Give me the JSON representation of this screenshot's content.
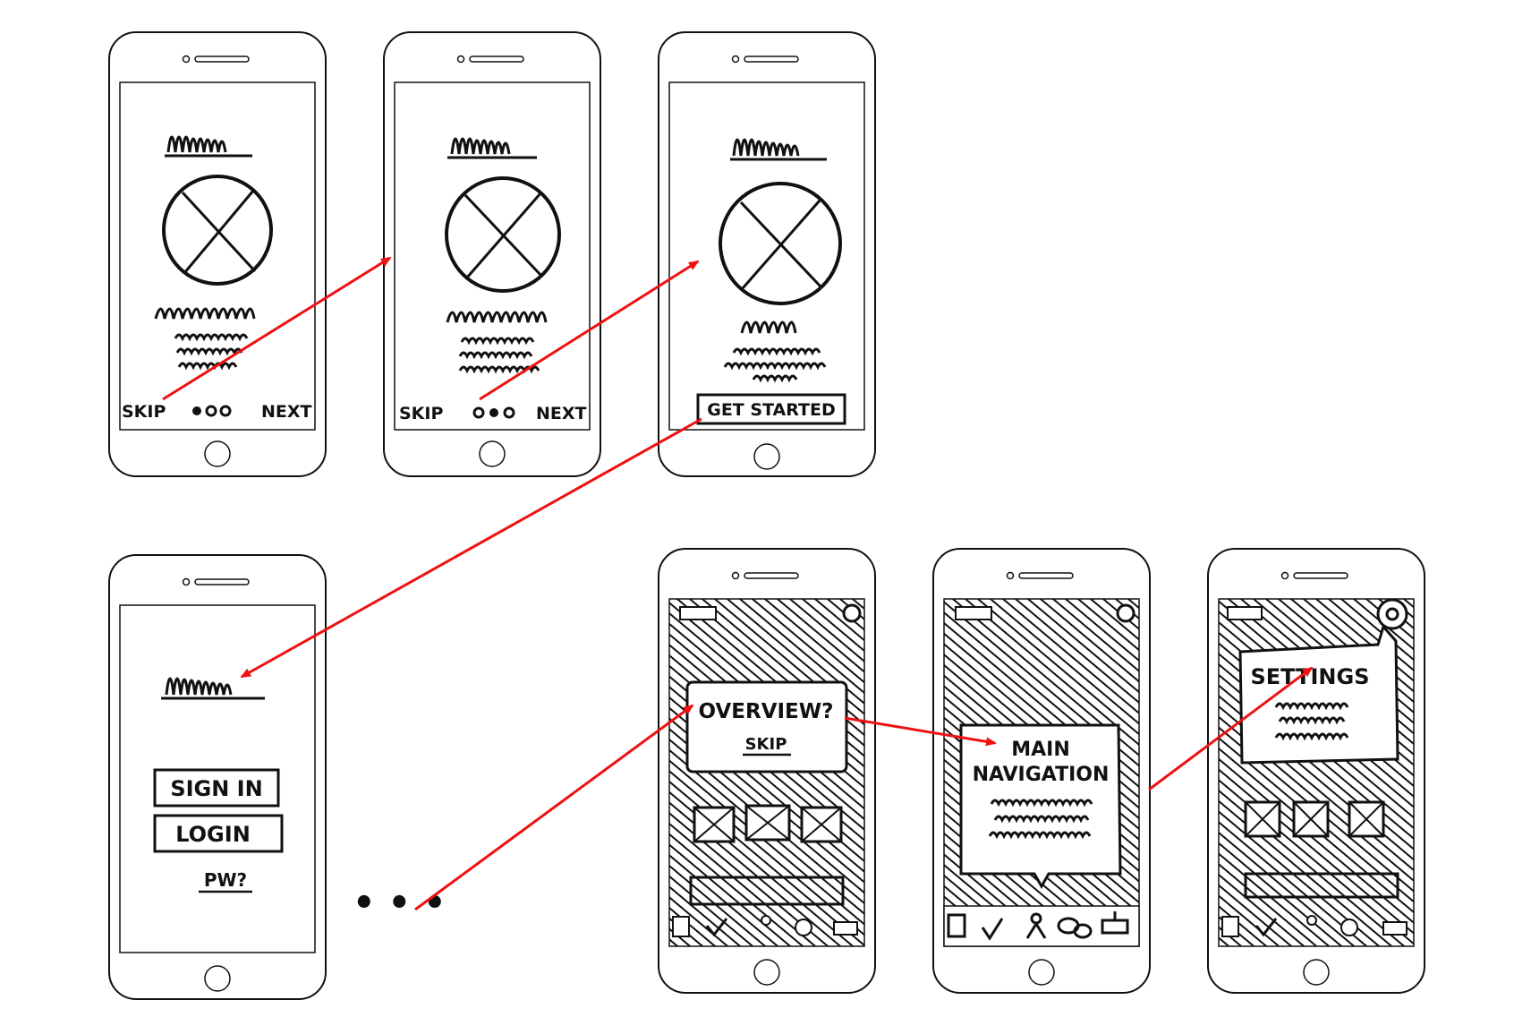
{
  "colors": {
    "ink": "#111111",
    "arrow": "#ee1111",
    "paper": "#ffffff"
  },
  "onboarding": {
    "skip_1": "SKIP",
    "next_1": "NEXT",
    "skip_2": "SKIP",
    "next_2": "NEXT",
    "get_started": "GET STARTED"
  },
  "login": {
    "sign_in": "SIGN IN",
    "login": "LOGIN",
    "password": "PW?"
  },
  "tour": {
    "overview": "OVERVIEW?",
    "overview_skip": "SKIP",
    "main_navigation_line1": "MAIN",
    "main_navigation_line2": "NAVIGATION",
    "settings": "SETTINGS"
  },
  "ellipsis": "• • •"
}
